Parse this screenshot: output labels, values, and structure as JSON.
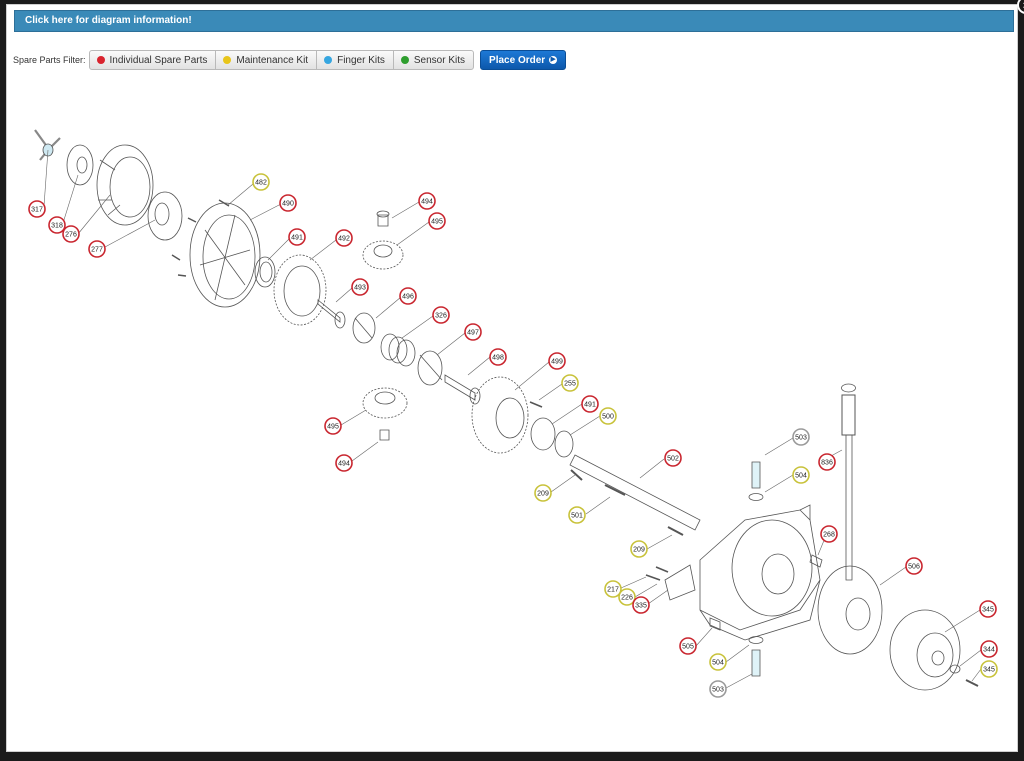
{
  "header": {
    "info_button": "Click here for diagram information!",
    "close_glyph": "×"
  },
  "filter": {
    "label": "Spare Parts Filter:",
    "buttons": [
      {
        "label": "Individual Spare Parts",
        "color": "#d9232e"
      },
      {
        "label": "Maintenance Kit",
        "color": "#e8c51a"
      },
      {
        "label": "Finger Kits",
        "color": "#36a6e0"
      },
      {
        "label": "Sensor Kits",
        "color": "#2e9e2e"
      }
    ],
    "order_button": "Place Order"
  },
  "colors": {
    "red": "#c9262f",
    "yellow": "#c8c23a",
    "gray": "#9a9a9a"
  },
  "callouts": [
    {
      "n": "317",
      "k": "red"
    },
    {
      "n": "318",
      "k": "red"
    },
    {
      "n": "276",
      "k": "red"
    },
    {
      "n": "277",
      "k": "red"
    },
    {
      "n": "482",
      "k": "yellow"
    },
    {
      "n": "490",
      "k": "red"
    },
    {
      "n": "491",
      "k": "red"
    },
    {
      "n": "492",
      "k": "red"
    },
    {
      "n": "494",
      "k": "red"
    },
    {
      "n": "495",
      "k": "red"
    },
    {
      "n": "493",
      "k": "red"
    },
    {
      "n": "496",
      "k": "red"
    },
    {
      "n": "326",
      "k": "red"
    },
    {
      "n": "497",
      "k": "red"
    },
    {
      "n": "498",
      "k": "red"
    },
    {
      "n": "499",
      "k": "red"
    },
    {
      "n": "255",
      "k": "yellow"
    },
    {
      "n": "491",
      "k": "red"
    },
    {
      "n": "500",
      "k": "yellow"
    },
    {
      "n": "495",
      "k": "red"
    },
    {
      "n": "494",
      "k": "red"
    },
    {
      "n": "502",
      "k": "red"
    },
    {
      "n": "209",
      "k": "yellow"
    },
    {
      "n": "501",
      "k": "yellow"
    },
    {
      "n": "503",
      "k": "gray"
    },
    {
      "n": "504",
      "k": "yellow"
    },
    {
      "n": "836",
      "k": "red"
    },
    {
      "n": "268",
      "k": "red"
    },
    {
      "n": "209",
      "k": "yellow"
    },
    {
      "n": "217",
      "k": "yellow"
    },
    {
      "n": "226",
      "k": "yellow"
    },
    {
      "n": "335",
      "k": "red"
    },
    {
      "n": "506",
      "k": "red"
    },
    {
      "n": "345",
      "k": "red"
    },
    {
      "n": "505",
      "k": "red"
    },
    {
      "n": "504",
      "k": "yellow"
    },
    {
      "n": "344",
      "k": "red"
    },
    {
      "n": "345",
      "k": "yellow"
    },
    {
      "n": "503",
      "k": "gray"
    }
  ]
}
